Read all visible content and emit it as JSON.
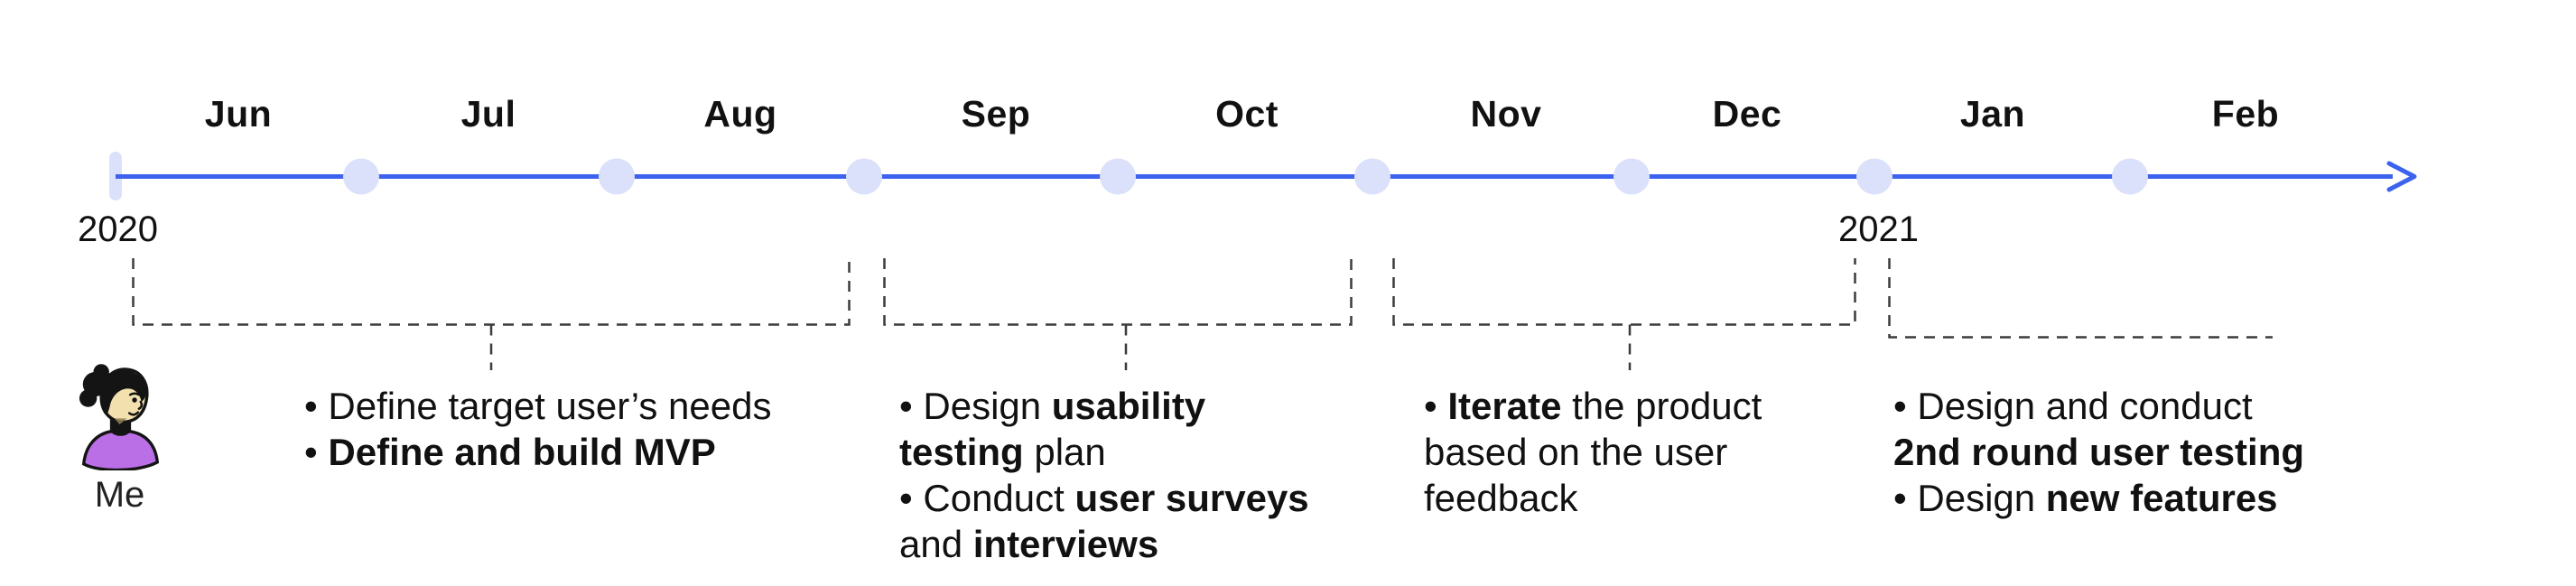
{
  "colors": {
    "accent": "#3d63ee",
    "dot": "#dbe1fa",
    "dash": "#3c3c3c",
    "text": "#111111",
    "avatar_shirt": "#bb6fe6",
    "avatar_skin": "#f3e0af",
    "avatar_hair": "#141414",
    "bg": "#ffffff"
  },
  "timeline": {
    "year_start": "2020",
    "year_next": "2021",
    "months": [
      "Jun",
      "Jul",
      "Aug",
      "Sep",
      "Oct",
      "Nov",
      "Dec",
      "Jan",
      "Feb"
    ]
  },
  "author": {
    "label": "Me",
    "avatar": "woman-with-bun-purple-shirt"
  },
  "tasks": [
    {
      "name": "jun-aug",
      "lines": [
        [
          {
            "t": "• Define target user’s needs"
          }
        ],
        [
          {
            "t": "• "
          },
          {
            "t": "Define and build MVP",
            "b": true
          }
        ]
      ]
    },
    {
      "name": "sep-oct",
      "lines": [
        [
          {
            "t": "• Design "
          },
          {
            "t": "usability",
            "b": true
          }
        ],
        [
          {
            "t": "testing",
            "b": true
          },
          {
            "t": " plan"
          }
        ],
        [
          {
            "t": "• Conduct "
          },
          {
            "t": "user surveys",
            "b": true
          }
        ],
        [
          {
            "t": "and "
          },
          {
            "t": "interviews",
            "b": true
          }
        ]
      ]
    },
    {
      "name": "nov-dec",
      "lines": [
        [
          {
            "t": "• "
          },
          {
            "t": "Iterate",
            "b": true
          },
          {
            "t": " the product"
          }
        ],
        [
          {
            "t": "based on the user"
          }
        ],
        [
          {
            "t": "feedback"
          }
        ]
      ]
    },
    {
      "name": "jan-feb",
      "lines": [
        [
          {
            "t": "• Design and conduct"
          }
        ],
        [
          {
            "t": "2nd round user testing",
            "b": true
          }
        ],
        [
          {
            "t": "• Design "
          },
          {
            "t": "new features",
            "b": true
          }
        ]
      ]
    }
  ]
}
